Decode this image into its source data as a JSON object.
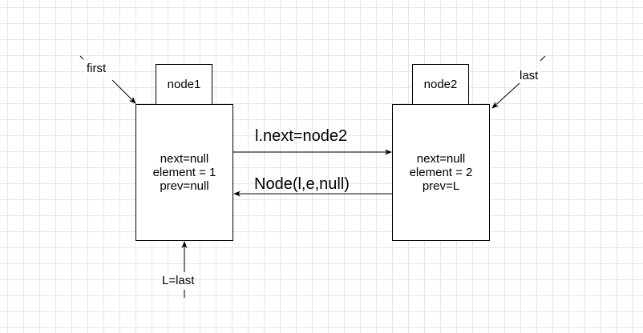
{
  "node1": {
    "label": "node1",
    "lines": [
      "next=null",
      "element = 1",
      "prev=null"
    ]
  },
  "node2": {
    "label": "node2",
    "lines": [
      "next=null",
      "element = 2",
      "prev=L"
    ]
  },
  "pointers": {
    "first": "first",
    "last": "last",
    "l_eq_last": "L=last"
  },
  "edges": {
    "forward": "l.next=node2",
    "backward": "Node(l,e,null)"
  },
  "colors": {
    "stroke": "#000000",
    "grid": "#e6e6e6"
  }
}
